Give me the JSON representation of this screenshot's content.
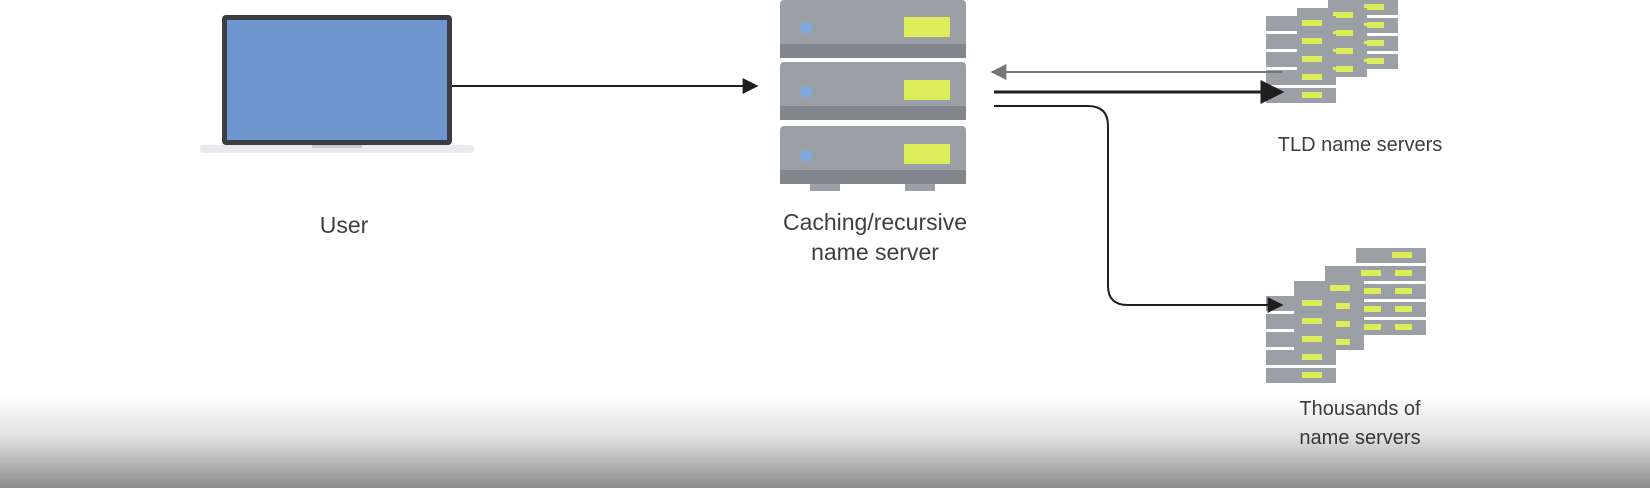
{
  "diagram": {
    "nodes": {
      "user": {
        "label": "User",
        "icon": "laptop-icon"
      },
      "caching": {
        "label_line1": "Caching/recursive",
        "label_line2": "name server",
        "icon": "server-stack-icon"
      },
      "tld": {
        "label": "TLD name servers",
        "icon": "server-cluster-icon"
      },
      "thousands": {
        "label_line1": "Thousands of",
        "label_line2": "name servers",
        "icon": "server-cluster-icon"
      }
    },
    "colors": {
      "laptop_screen": "#6f97cf",
      "laptop_frame": "#3a3d42",
      "server_body": "#9aa0a6",
      "server_dark": "#80868b",
      "server_light_panel": "#dcec5a",
      "server_led": "#7fa9e0",
      "arrow": "#1f1f1f",
      "arrow_return": "#757575",
      "text": "#3c4043"
    }
  }
}
